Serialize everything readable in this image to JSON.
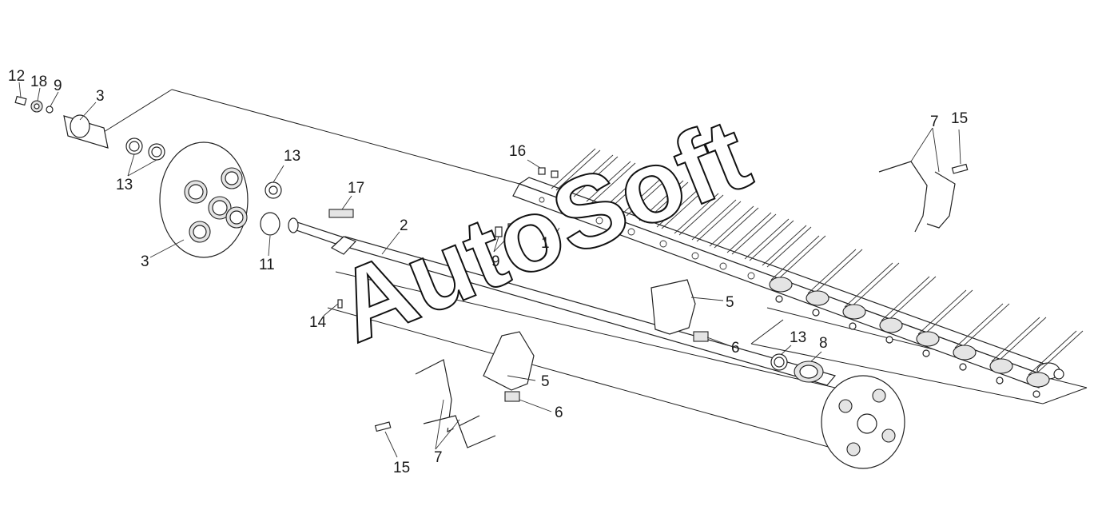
{
  "diagram": {
    "watermark": "AutoSoft",
    "callouts": {
      "c12": "12",
      "c18": "18",
      "c9_top": "9",
      "c3_top": "3",
      "c13_left": "13",
      "c13_mid": "13",
      "c3_disc": "3",
      "c11": "11",
      "c17": "17",
      "c2": "2",
      "c14": "14",
      "c16": "16",
      "c9_mid": "9",
      "c1": "1",
      "c7_top": "7",
      "c15_top": "15",
      "c5_top": "5",
      "c6_top": "6",
      "c13_right": "13",
      "c8": "8",
      "c5_bottom": "5",
      "c6_bottom": "6",
      "c7_bottom": "7",
      "c15_bottom": "15"
    }
  }
}
